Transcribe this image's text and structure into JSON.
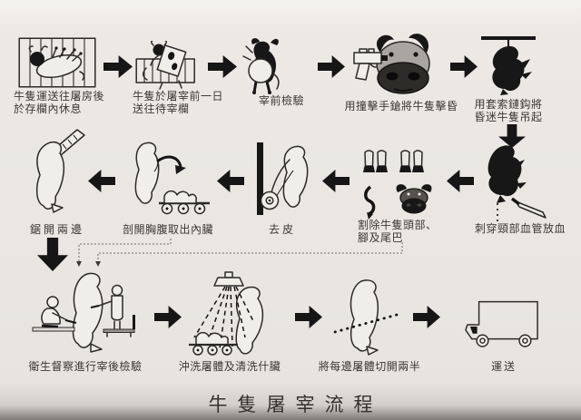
{
  "title": "牛隻屠宰流程",
  "colors": {
    "paper": "#e9e6e1",
    "ink": "#171717",
    "label_text": "#3a3835"
  },
  "steps": {
    "transport_rest": {
      "label1": "牛隻運送往屠房後",
      "label2": "於存欄內休息",
      "icon": "cow-lying-in-pen-icon"
    },
    "waiting_pen": {
      "label1": "牛隻於屠宰前一日",
      "label2": "送往待宰欄",
      "icon": "cow-in-waiting-pen-icon"
    },
    "antemortem": {
      "label1": "宰前檢驗",
      "icon": "standing-cow-icon"
    },
    "stunning": {
      "label1": "用撞擊手鎗將牛隻擊昏",
      "icon": "bull-head-captive-bolt-icon"
    },
    "hoisting": {
      "label1": "用套索鏈鈎將",
      "label2": "昏迷牛隻吊起",
      "icon": "hoisted-cow-icon"
    },
    "bleeding": {
      "label1": "刺穿頸部血管放血",
      "icon": "bleeding-carcass-icon"
    },
    "remove_parts": {
      "label1": "割除牛隻頭部、",
      "label2": "腳及尾巴",
      "icon": "severed-head-feet-tail-icon"
    },
    "skinning": {
      "label1": "去皮",
      "icon": "hide-pulling-wheel-icon"
    },
    "evisceration": {
      "label1": "剖開胸腹取出內臟",
      "icon": "evisceration-cart-icon"
    },
    "sawing": {
      "label1": "鋸開兩邊",
      "icon": "carcass-saw-icon"
    },
    "postmortem": {
      "label1": "衛生督察進行宰後檢驗",
      "icon": "health-inspectors-icon"
    },
    "washing": {
      "label1": "沖洗屠體及清洗什臟",
      "icon": "carcass-shower-icon"
    },
    "splitting": {
      "label1": "將每邊屠體切開兩半",
      "icon": "carcass-split-line-icon"
    },
    "delivery": {
      "label1": "運送",
      "icon": "delivery-truck-icon"
    }
  }
}
